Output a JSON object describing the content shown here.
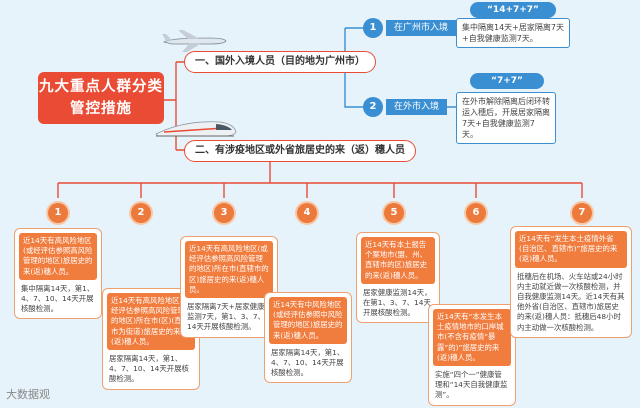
{
  "title": "九大重点人群分类管控措施",
  "category1": "一、国外入境人员（目的地为广州市）",
  "category2": "二、有涉疫地区或外省旅居史的来（返）穗人员",
  "foreign": [
    {
      "num": "1",
      "label": "在广州市入境",
      "formula": "",
      "desc": "集中隔离14天+居家隔离7天+自我健康监测7天。"
    },
    {
      "num": "2",
      "label": "在外市入境",
      "formula": "“7+7”",
      "desc": "在外市解除隔离后闭环转运入穗后，开展居家隔离7天+自我健康监测7天。"
    }
  ],
  "formula1": "“14+7+7”",
  "groups": [
    {
      "num": "1",
      "head": "近14天有高风险地区(或经评估参照高风险管理的地区)旅居史的来(返)穗人员。",
      "body": "集中隔离14天，第1、4、7、10、14天开展核酸检测。"
    },
    {
      "num": "2",
      "head": "近14天有高风险地区(或经评估参照高风险管理的地区)所在市(区)(直辖市为街道)旅居史的来(返)穗人员。",
      "body": "居家隔离14天，第1、4、7、10、14天开展核酸检测。"
    },
    {
      "num": "3",
      "head": "近14天有高风险地区(或经评估参照高风险管理的地区)所在市(直辖市的区)旅居史的来(返)穗人员。",
      "body": "居家隔离7天+居家健康监测7天，第1、3、7、14天开展核酸检测。"
    },
    {
      "num": "4",
      "head": "近14天有中风险地区(或经评估参照中风险管理的地区)旅居史的来(返)穗人员。",
      "body": "居家隔离14天，第1、4、7、10、14天开展核酸检测。"
    },
    {
      "num": "5",
      "head": "近14天有本土报告个案地市(盟、州、直辖市的区)旅居史的来(返)穗人员。",
      "body": "居家健康监测14天，在第1、3、7、14天开展核酸检测。"
    },
    {
      "num": "6",
      "head": "近14天有“本发生本土疫情地市的口岸城市(不含有疫情“暴露”的)”旅居史的来(返)穗人员。",
      "body": "实施“四个一”健康管理和“14天自我健康监测”。"
    },
    {
      "num": "7",
      "head": "近14天有“发生本土疫情外省(自治区、直辖市)”旅居史的来(返)穗人员。",
      "body": "抵穗后在机场、火车站或24小时内主动就近做一次核酸检测，并自我健康监测14天。近14天有其他外省(自治区、直辖市)旅居史的来(返)穗人员：抵穗后48小时内主动做一次核酸检测。"
    }
  ],
  "watermark": "大数据观"
}
